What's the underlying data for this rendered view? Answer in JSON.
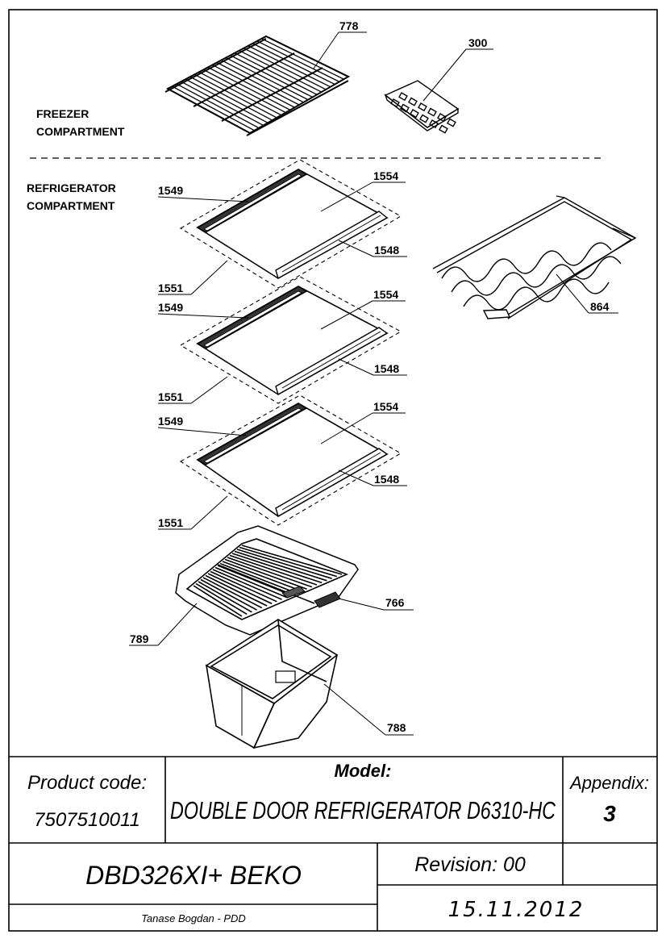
{
  "sections": {
    "freezer_line1": "FREEZER",
    "freezer_line2": "COMPARTMENT",
    "refrigerator_line1": "REFRIGERATOR",
    "refrigerator_line2": "COMPARTMENT"
  },
  "parts": {
    "p778": "778",
    "p300": "300",
    "p1549_a": "1549",
    "p1554_a": "1554",
    "p1548_a": "1548",
    "p1551_a": "1551",
    "p1549_b": "1549",
    "p1554_b": "1554",
    "p1548_b": "1548",
    "p1551_b": "1551",
    "p1549_c": "1549",
    "p1554_c": "1554",
    "p1548_c": "1548",
    "p1551_c": "1551",
    "p864": "864",
    "p766": "766",
    "p789": "789",
    "p788": "788"
  },
  "title_block": {
    "product_code_label": "Product code:",
    "product_code_value": "7507510011",
    "model_label": "Model:",
    "model_value": "DOUBLE DOOR REFRIGERATOR D6310-HC",
    "appendix_label": "Appendix:",
    "appendix_value": "3",
    "product_name": "DBD326XI+ BEKO",
    "revision": "Revision: 00",
    "author": "Tanase Bogdan - PDD",
    "date": "15.11.2012"
  }
}
